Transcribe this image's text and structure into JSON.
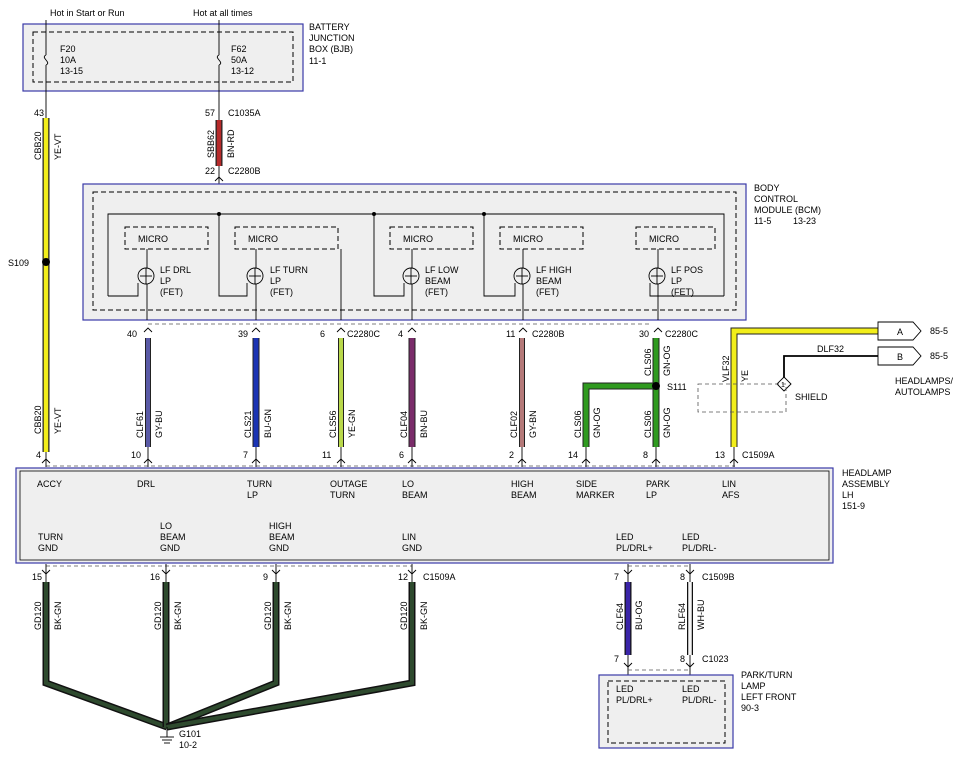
{
  "top": {
    "left_label": "Hot in Start or Run",
    "right_label": "Hot at all times"
  },
  "bjb": {
    "title_lines": [
      "BATTERY",
      "JUNCTION",
      "BOX (BJB)"
    ],
    "ref": "11-1",
    "fuses": [
      {
        "name": "F20",
        "rating": "10A",
        "ref": "13-15"
      },
      {
        "name": "F62",
        "rating": "50A",
        "ref": "13-12"
      }
    ]
  },
  "bcm": {
    "title_lines": [
      "BODY",
      "CONTROL",
      "MODULE (BCM)"
    ],
    "refs": [
      "11-5",
      "13-23"
    ],
    "channels": [
      {
        "micro": "MICRO",
        "lines": [
          "LF DRL",
          "LP",
          "(FET)"
        ]
      },
      {
        "micro": "MICRO",
        "lines": [
          "LF TURN",
          "LP",
          "(FET)"
        ]
      },
      {
        "micro": "MICRO",
        "lines": [
          "LF LOW",
          "BEAM",
          "(FET)"
        ]
      },
      {
        "micro": "MICRO",
        "lines": [
          "LF HIGH",
          "BEAM",
          "(FET)"
        ]
      },
      {
        "micro": "MICRO",
        "lines": [
          "LF POS",
          "LP",
          "(FET)"
        ]
      }
    ]
  },
  "connectors": {
    "c1035a": "C1035A",
    "c2280b": "C2280B",
    "c2280c": "C2280C",
    "c1509a": "C1509A",
    "c1509b": "C1509B",
    "c1023": "C1023"
  },
  "splices": {
    "s109": "S109",
    "s111": "S111"
  },
  "upper_wires": [
    {
      "pin": "43",
      "circuit": "CBB20",
      "color": "YE-VT"
    },
    {
      "pin": "57",
      "circuit": "SBB62",
      "color": "BN-RD"
    },
    {
      "pin": "22"
    }
  ],
  "mid_wires": [
    {
      "pin_top": "40",
      "pin_bot": "10",
      "circuit": "CLF61",
      "color": "GY-BU"
    },
    {
      "pin_top": "39",
      "pin_bot": "7",
      "circuit": "CLS21",
      "color": "BU-GN"
    },
    {
      "pin_top": "6",
      "pin_bot": "11",
      "circuit": "CLS56",
      "color": "YE-GN"
    },
    {
      "pin_top": "4",
      "pin_bot": "6",
      "circuit": "CLF04",
      "color": "BN-BU"
    },
    {
      "pin_top": "11",
      "pin_bot": "2",
      "circuit": "CLF02",
      "color": "GY-BN"
    },
    {
      "pin_top": "30",
      "pin_bot": "8",
      "circuit": "CLS06",
      "color": "GN-OG"
    }
  ],
  "accy_wire": {
    "pin": "4",
    "circuit": "CBB20",
    "color": "YE-VT"
  },
  "side_wire": {
    "pin": "14",
    "circuit": "CLS06",
    "color": "GN-OG"
  },
  "park_upper": {
    "circuit": "CLS06",
    "color": "GN-OG"
  },
  "afs_wire": {
    "pin": "13",
    "circuit": "VLF32",
    "color": "YE"
  },
  "dlf": {
    "circuit": "DLF32",
    "shield": "SHIELD",
    "pin_a": "A",
    "pin_b": "B",
    "ref_a": "85-5",
    "ref_b": "85-5",
    "dest": [
      "HEADLAMPS/",
      "AUTOLAMPS"
    ]
  },
  "headlamp": {
    "title_lines": [
      "HEADLAMP",
      "ASSEMBLY",
      "LH"
    ],
    "ref": "151-9",
    "top_pins": [
      [
        "ACCY"
      ],
      [
        "DRL"
      ],
      [
        "TURN",
        "LP"
      ],
      [
        "OUTAGE",
        "TURN"
      ],
      [
        "LO",
        "BEAM"
      ],
      [
        "HIGH",
        "BEAM"
      ],
      [
        "SIDE",
        "MARKER"
      ],
      [
        "PARK",
        "LP"
      ],
      [
        "LIN",
        "AFS"
      ]
    ],
    "bottom_pins": [
      [
        "TURN",
        "GND"
      ],
      [
        "LO",
        "BEAM",
        "GND"
      ],
      [
        "HIGH",
        "BEAM",
        "GND"
      ],
      [
        "LIN",
        "GND"
      ],
      [
        "LED",
        "PL/DRL+"
      ],
      [
        "LED",
        "PL/DRL-"
      ]
    ]
  },
  "ground_wires": [
    {
      "pin": "15",
      "circuit": "GD120",
      "color": "BK-GN"
    },
    {
      "pin": "16",
      "circuit": "GD120",
      "color": "BK-GN"
    },
    {
      "pin": "9",
      "circuit": "GD120",
      "color": "BK-GN"
    },
    {
      "pin": "12",
      "circuit": "GD120",
      "color": "BK-GN"
    }
  ],
  "led_wires": [
    {
      "pin_top": "7",
      "pin_bot": "7",
      "circuit": "CLF64",
      "color": "BU-OG"
    },
    {
      "pin_top": "8",
      "pin_bot": "8",
      "circuit": "RLF64",
      "color": "WH-BU"
    }
  ],
  "ground": {
    "name": "G101",
    "ref": "10-2"
  },
  "park_turn": {
    "title_lines": [
      "PARK/TURN",
      "LAMP",
      "LEFT FRONT"
    ],
    "ref": "90-3",
    "pins": [
      [
        "LED",
        "PL/DRL+"
      ],
      [
        "LED",
        "PL/DRL-"
      ]
    ]
  }
}
